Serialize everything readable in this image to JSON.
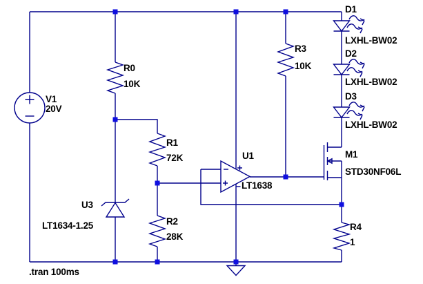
{
  "directive": ".tran 100ms",
  "components": {
    "v1": {
      "name": "V1",
      "value": "20V",
      "type": "voltage-source"
    },
    "r0": {
      "name": "R0",
      "value": "10K",
      "type": "resistor"
    },
    "r1": {
      "name": "R1",
      "value": "72K",
      "type": "resistor"
    },
    "r2": {
      "name": "R2",
      "value": "28K",
      "type": "resistor"
    },
    "r3": {
      "name": "R3",
      "value": "10K",
      "type": "resistor"
    },
    "r4": {
      "name": "R4",
      "value": "1",
      "type": "resistor"
    },
    "u3": {
      "name": "U3",
      "value": "LT1634-1.25",
      "type": "shunt-voltage-reference"
    },
    "u1": {
      "name": "U1",
      "value": "LT1638",
      "type": "op-amp"
    },
    "m1": {
      "name": "M1",
      "value": "STD30NF06L",
      "type": "nmos-transistor"
    },
    "d1": {
      "name": "D1",
      "value": "LXHL-BW02",
      "type": "led"
    },
    "d2": {
      "name": "D2",
      "value": "LXHL-BW02",
      "type": "led"
    },
    "d3": {
      "name": "D3",
      "value": "LXHL-BW02",
      "type": "led"
    }
  },
  "icons": {
    "ground": "ground-symbol",
    "junction": "junction-dot",
    "led_rays": "light-emission-arrows",
    "polarity_markers": [
      "plus-marker",
      "minus-marker"
    ]
  },
  "colors": {
    "wire": "#00008C",
    "junction_dot": "#0F0FE0",
    "label_text": "#000000",
    "background": "#FFFFFF"
  }
}
